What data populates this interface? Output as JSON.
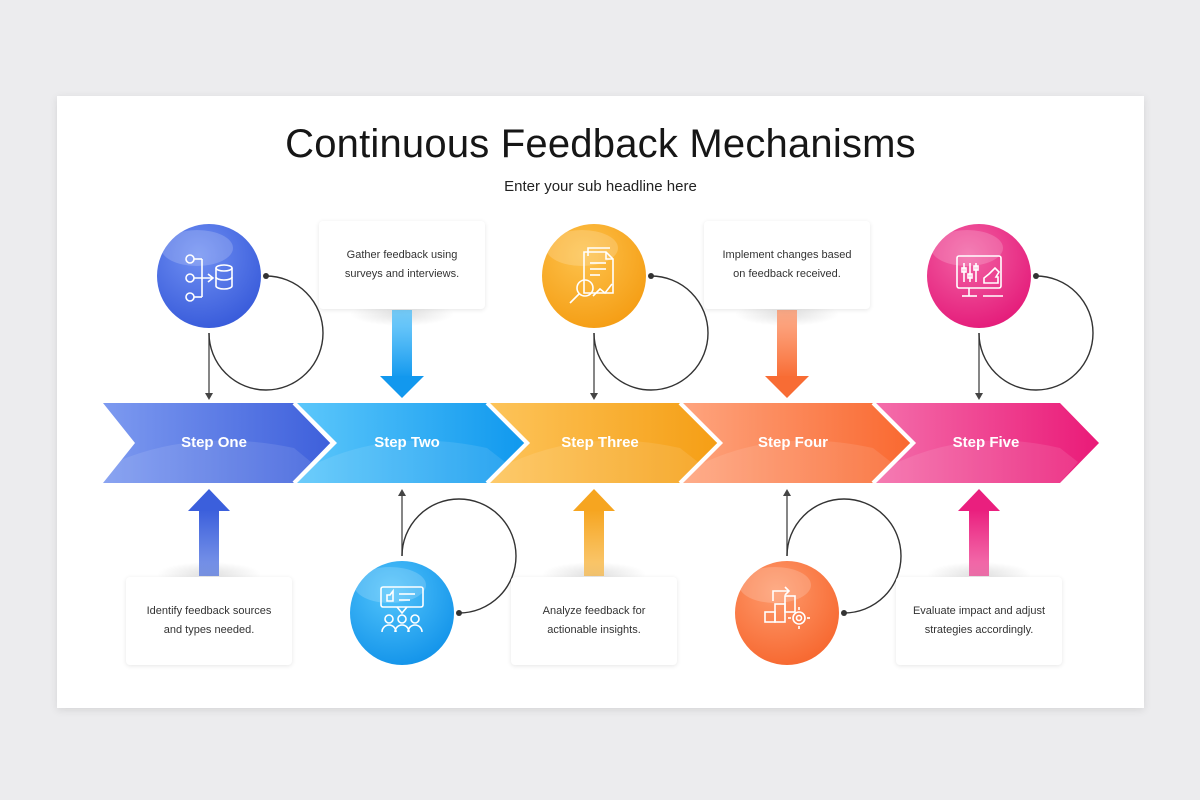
{
  "title": "Continuous Feedback Mechanisms",
  "subtitle": "Enter your sub headline here",
  "steps": [
    {
      "label": "Step One",
      "text": "Identify feedback sources and types needed.",
      "color": "#4a6fe0",
      "icon": "data-flow-database-icon"
    },
    {
      "label": "Step Two",
      "text": "Gather feedback using surveys and interviews.",
      "color": "#1ea8f0",
      "icon": "survey-group-icon"
    },
    {
      "label": "Step Three",
      "text": "Analyze feedback for actionable insights.",
      "color": "#f6a823",
      "icon": "document-analysis-icon"
    },
    {
      "label": "Step Four",
      "text": "Implement changes based on feedback received.",
      "color": "#fa7a4a",
      "icon": "process-gear-icon"
    },
    {
      "label": "Step Five",
      "text": "Evaluate impact and adjust strategies accordingly.",
      "color": "#ec2a86",
      "icon": "strategy-chess-icon"
    }
  ]
}
